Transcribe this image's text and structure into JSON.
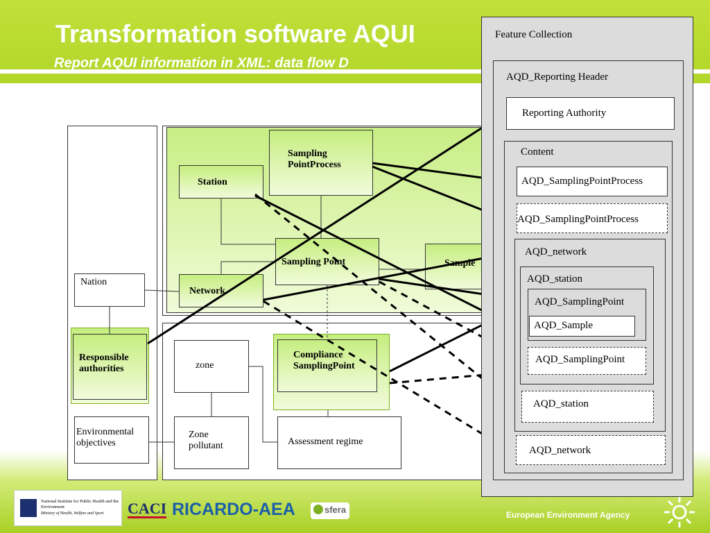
{
  "header": {
    "title": "Transformation software AQUI",
    "subtitle": "Report AQUI information in XML: data flow D"
  },
  "left": {
    "nation": "Nation",
    "responsible": "Responsible authorities",
    "env_objectives": "Environmental objectives"
  },
  "middle": {
    "sampling_process": "Sampling PointProcess",
    "station": "Station",
    "sampling_point": "Sampling Point",
    "sample": "Sample",
    "network": "Network",
    "zone": "zone",
    "zone_pollutant": "Zone pollutant",
    "compliance": "Compliance SamplingPoint",
    "assessment": "Assessment regime"
  },
  "feature": {
    "collection": "Feature Collection",
    "header": "AQD_Reporting Header",
    "authority": "Reporting Authority",
    "content": "Content",
    "spp1": "AQD_SamplingPointProcess",
    "spp2": "AQD_SamplingPointProcess",
    "network": "AQD_network",
    "station": "AQD_station",
    "sp1": "AQD_SamplingPoint",
    "sample": "AQD_Sample",
    "sp2": "AQD_SamplingPoint",
    "station2": "AQD_station",
    "network2": "AQD_network"
  },
  "footer": {
    "rivm": "National Institute for Public Health and the Environment",
    "rivm_sub": "Ministry of Health, Welfare and Sport",
    "caci": "CACI",
    "ricardo": "RICARDO-AEA",
    "sfera": "sfera",
    "agency": "European Environment Agency"
  }
}
